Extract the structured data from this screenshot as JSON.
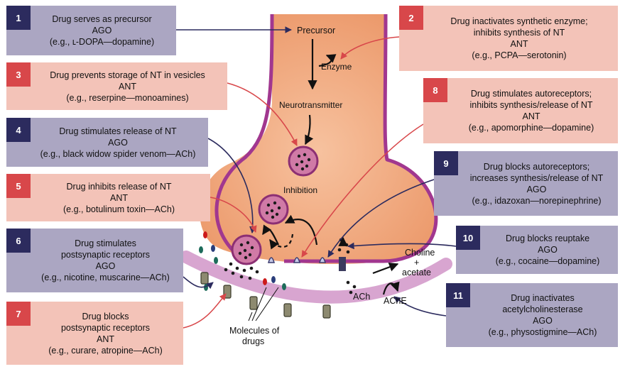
{
  "boxes": [
    {
      "num": "1",
      "lines": [
        "Drug serves as precursor",
        "AGO",
        "(e.g., ʟ-DOPA—dopamine)"
      ]
    },
    {
      "num": "2",
      "lines": [
        "Drug inactivates synthetic enzyme;",
        "inhibits synthesis of NT",
        "ANT",
        "(e.g., PCPA—serotonin)"
      ]
    },
    {
      "num": "3",
      "lines": [
        "Drug prevents storage of NT in vesicles",
        "ANT",
        "(e.g., reserpine—monoamines)"
      ]
    },
    {
      "num": "4",
      "lines": [
        "Drug stimulates release of NT",
        "AGO",
        "(e.g., black widow spider venom—ACh)"
      ]
    },
    {
      "num": "5",
      "lines": [
        "Drug inhibits release of NT",
        "ANT",
        "(e.g., botulinum toxin—ACh)"
      ]
    },
    {
      "num": "6",
      "lines": [
        "Drug stimulates",
        "postsynaptic receptors",
        "AGO",
        "(e.g., nicotine, muscarine—ACh)"
      ]
    },
    {
      "num": "7",
      "lines": [
        "Drug blocks",
        "postsynaptic receptors",
        "ANT",
        "(e.g., curare, atropine—ACh)"
      ]
    },
    {
      "num": "8",
      "lines": [
        "Drug stimulates autoreceptors;",
        "inhibits synthesis/release of NT",
        "ANT",
        "(e.g., apomorphine—dopamine)"
      ]
    },
    {
      "num": "9",
      "lines": [
        "Drug blocks autoreceptors;",
        "increases synthesis/release of NT",
        "AGO",
        "(e.g., idazoxan—norepinephrine)"
      ]
    },
    {
      "num": "10",
      "lines": [
        "Drug blocks reuptake",
        "AGO",
        "(e.g., cocaine—dopamine)"
      ]
    },
    {
      "num": "11",
      "lines": [
        "Drug inactivates",
        "acetylcholinesterase",
        "AGO",
        "(e.g., physostigmine—ACh)"
      ]
    }
  ],
  "labels": {
    "precursor": "Precursor",
    "enzyme": "Enzyme",
    "neurotransmitter": "Neurotransmitter",
    "inhibition": "Inhibition",
    "choline": "Choline",
    "plus": "+",
    "acetate": "acetate",
    "ach": "ACh",
    "ache": "AChE",
    "molecules1": "Molecules of",
    "molecules2": "drugs"
  },
  "colors": {
    "ago_box": "#aba6c2",
    "ago_num": "#2c2b5e",
    "ant_box": "#f3c3b8",
    "ant_num": "#d8474a",
    "terminal": "#f0a57a",
    "membrane": "#a1378f",
    "postsynaptic": "#d8a5d0"
  }
}
